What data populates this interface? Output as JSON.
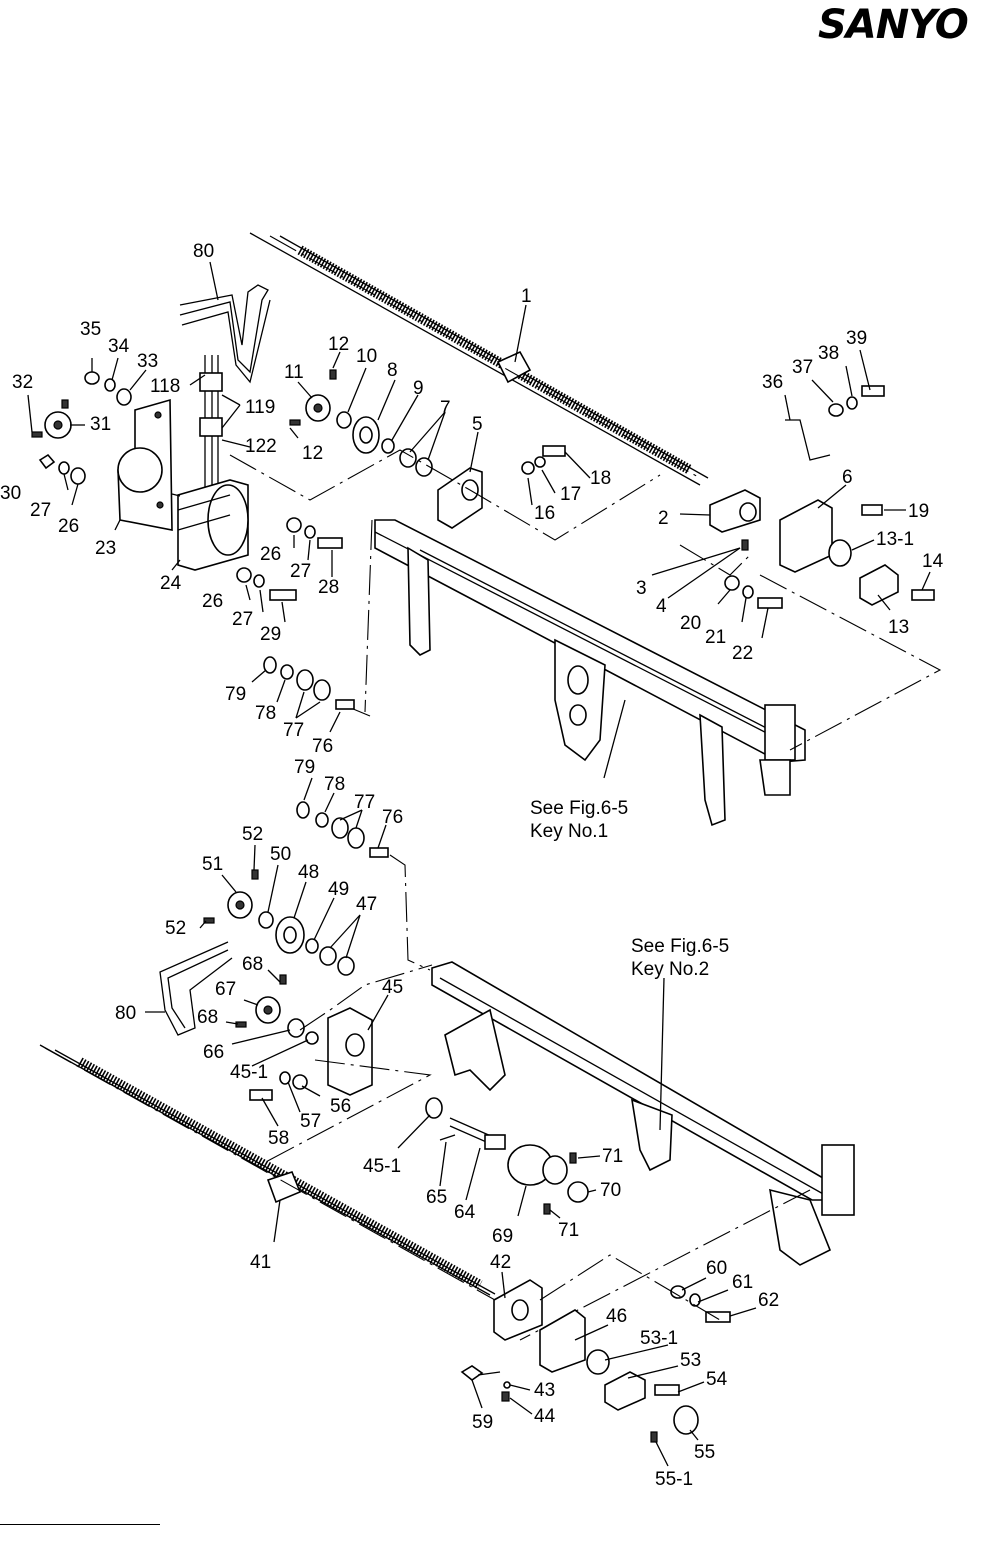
{
  "brand": {
    "logo_text": "SANYO"
  },
  "notes": {
    "upper": "See Fig.6-5\nKey No.1",
    "lower": "See Fig.6-5\nKey No.2"
  },
  "callouts": [
    {
      "id": "c80a",
      "text": "80"
    },
    {
      "id": "c1",
      "text": "1"
    },
    {
      "id": "c35",
      "text": "35"
    },
    {
      "id": "c34",
      "text": "34"
    },
    {
      "id": "c33",
      "text": "33"
    },
    {
      "id": "c32",
      "text": "32"
    },
    {
      "id": "c118",
      "text": "118"
    },
    {
      "id": "c119",
      "text": "119"
    },
    {
      "id": "c31",
      "text": "31"
    },
    {
      "id": "c122",
      "text": "122"
    },
    {
      "id": "c30",
      "text": "30"
    },
    {
      "id": "c27a",
      "text": "27"
    },
    {
      "id": "c26a",
      "text": "26"
    },
    {
      "id": "c23",
      "text": "23"
    },
    {
      "id": "c24",
      "text": "24"
    },
    {
      "id": "c12a",
      "text": "12"
    },
    {
      "id": "c11",
      "text": "11"
    },
    {
      "id": "c12b",
      "text": "12"
    },
    {
      "id": "c10",
      "text": "10"
    },
    {
      "id": "c8",
      "text": "8"
    },
    {
      "id": "c9",
      "text": "9"
    },
    {
      "id": "c7",
      "text": "7"
    },
    {
      "id": "c5",
      "text": "5"
    },
    {
      "id": "c18",
      "text": "18"
    },
    {
      "id": "c17",
      "text": "17"
    },
    {
      "id": "c16",
      "text": "16"
    },
    {
      "id": "c26b",
      "text": "26"
    },
    {
      "id": "c27b",
      "text": "27"
    },
    {
      "id": "c28",
      "text": "28"
    },
    {
      "id": "c26c",
      "text": "26"
    },
    {
      "id": "c27c",
      "text": "27"
    },
    {
      "id": "c29",
      "text": "29"
    },
    {
      "id": "c79a",
      "text": "79"
    },
    {
      "id": "c78a",
      "text": "78"
    },
    {
      "id": "c77a",
      "text": "77"
    },
    {
      "id": "c76a",
      "text": "76"
    },
    {
      "id": "c39",
      "text": "39"
    },
    {
      "id": "c38",
      "text": "38"
    },
    {
      "id": "c37",
      "text": "37"
    },
    {
      "id": "c36",
      "text": "36"
    },
    {
      "id": "c6",
      "text": "6"
    },
    {
      "id": "c2",
      "text": "2"
    },
    {
      "id": "c19",
      "text": "19"
    },
    {
      "id": "c131",
      "text": "13-1"
    },
    {
      "id": "c3",
      "text": "3"
    },
    {
      "id": "c14",
      "text": "14"
    },
    {
      "id": "c4",
      "text": "4"
    },
    {
      "id": "c20",
      "text": "20"
    },
    {
      "id": "c21",
      "text": "21"
    },
    {
      "id": "c22",
      "text": "22"
    },
    {
      "id": "c13",
      "text": "13"
    },
    {
      "id": "c79b",
      "text": "79"
    },
    {
      "id": "c78b",
      "text": "78"
    },
    {
      "id": "c77b",
      "text": "77"
    },
    {
      "id": "c76b",
      "text": "76"
    },
    {
      "id": "c52a",
      "text": "52"
    },
    {
      "id": "c51",
      "text": "51"
    },
    {
      "id": "c50",
      "text": "50"
    },
    {
      "id": "c48",
      "text": "48"
    },
    {
      "id": "c49",
      "text": "49"
    },
    {
      "id": "c47",
      "text": "47"
    },
    {
      "id": "c52b",
      "text": "52"
    },
    {
      "id": "c68a",
      "text": "68"
    },
    {
      "id": "c67",
      "text": "67"
    },
    {
      "id": "c45",
      "text": "45"
    },
    {
      "id": "c80b",
      "text": "80"
    },
    {
      "id": "c68b",
      "text": "68"
    },
    {
      "id": "c66",
      "text": "66"
    },
    {
      "id": "c451a",
      "text": "45-1"
    },
    {
      "id": "c56",
      "text": "56"
    },
    {
      "id": "c57",
      "text": "57"
    },
    {
      "id": "c58",
      "text": "58"
    },
    {
      "id": "c451b",
      "text": "45-1"
    },
    {
      "id": "c71a",
      "text": "71"
    },
    {
      "id": "c70",
      "text": "70"
    },
    {
      "id": "c65",
      "text": "65"
    },
    {
      "id": "c64",
      "text": "64"
    },
    {
      "id": "c71b",
      "text": "71"
    },
    {
      "id": "c69",
      "text": "69"
    },
    {
      "id": "c41",
      "text": "41"
    },
    {
      "id": "c42",
      "text": "42"
    },
    {
      "id": "c60",
      "text": "60"
    },
    {
      "id": "c61",
      "text": "61"
    },
    {
      "id": "c62",
      "text": "62"
    },
    {
      "id": "c46",
      "text": "46"
    },
    {
      "id": "c531",
      "text": "53-1"
    },
    {
      "id": "c53",
      "text": "53"
    },
    {
      "id": "c43",
      "text": "43"
    },
    {
      "id": "c54",
      "text": "54"
    },
    {
      "id": "c59",
      "text": "59"
    },
    {
      "id": "c44",
      "text": "44"
    },
    {
      "id": "c55",
      "text": "55"
    },
    {
      "id": "c551",
      "text": "55-1"
    }
  ]
}
